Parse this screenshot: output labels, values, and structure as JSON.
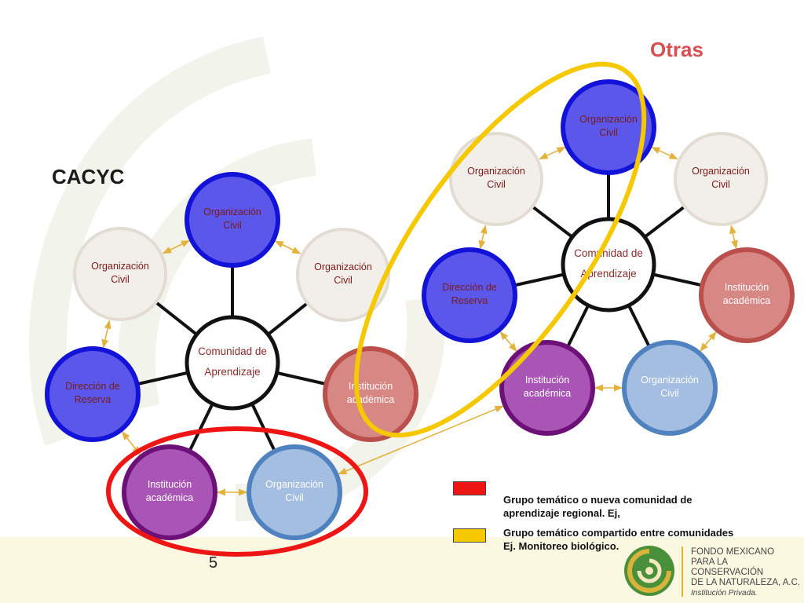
{
  "labels": {
    "cacyc": "CACYC",
    "otras": "Otras",
    "page_number": "5"
  },
  "colors": {
    "blue": "#5a57ea",
    "blue_border": "#1212d8",
    "purple": "#a955b5",
    "purple_border": "#6d1178",
    "light_blue": "#a3bee0",
    "light_blue_border": "#4f82be",
    "red": "#d78784",
    "red_border": "#bb4f4c",
    "neutral": "#f2eeea",
    "neutral_border": "#e2dcd3",
    "highlight_red": "#ee1515",
    "highlight_yellow": "#f5c800",
    "title_red": "#d65050"
  },
  "diagram": {
    "clusters": [
      {
        "id": "cacyc",
        "center": [
          "Comunidad de",
          "Aprendizaje"
        ],
        "nodes": [
          {
            "id": "c1",
            "style": "blue",
            "lines": [
              "Organización",
              "Civil"
            ]
          },
          {
            "id": "c2",
            "style": "neutral",
            "lines": [
              "Organización",
              "Civil"
            ]
          },
          {
            "id": "c3",
            "style": "neutral",
            "lines": [
              "Organización",
              "Civil"
            ]
          },
          {
            "id": "c4",
            "style": "blue",
            "lines": [
              "Dirección  de",
              "Reserva"
            ]
          },
          {
            "id": "c5",
            "style": "red",
            "lines": [
              "Institución",
              "académica"
            ]
          },
          {
            "id": "c6",
            "style": "purple",
            "lines": [
              "Institución",
              "académica"
            ]
          },
          {
            "id": "c7",
            "style": "light_blue",
            "lines": [
              "Organización",
              "Civil"
            ]
          }
        ]
      },
      {
        "id": "otras",
        "center": [
          "Comunidad de",
          "Aprendizaje"
        ],
        "nodes": [
          {
            "id": "o1",
            "style": "blue",
            "lines": [
              "Organización",
              "Civil"
            ]
          },
          {
            "id": "o2",
            "style": "neutral",
            "lines": [
              "Organización",
              "Civil"
            ]
          },
          {
            "id": "o3",
            "style": "neutral",
            "lines": [
              "Organización",
              "Civil"
            ]
          },
          {
            "id": "o4",
            "style": "blue",
            "lines": [
              "Dirección  de",
              "Reserva"
            ]
          },
          {
            "id": "o5",
            "style": "red",
            "lines": [
              "Institución",
              "académica"
            ]
          },
          {
            "id": "o6",
            "style": "purple",
            "lines": [
              "Institución",
              "académica"
            ]
          },
          {
            "id": "o7",
            "style": "light_blue",
            "lines": [
              "Organización",
              "Civil"
            ]
          }
        ]
      }
    ],
    "links": [
      [
        "c2",
        "c1"
      ],
      [
        "c1",
        "c3"
      ],
      [
        "c2",
        "c4"
      ],
      [
        "c4",
        "c6"
      ],
      [
        "c6",
        "c7"
      ],
      [
        "c7",
        "o6"
      ],
      [
        "o2",
        "o1"
      ],
      [
        "o1",
        "o3"
      ],
      [
        "o3",
        "o5"
      ],
      [
        "o5",
        "o7"
      ],
      [
        "o7",
        "o6"
      ],
      [
        "o6",
        "o4"
      ],
      [
        "o4",
        "o2"
      ]
    ]
  },
  "legend": [
    {
      "color": "#ee1515",
      "lines": [
        "Grupo temático o nueva comunidad de",
        "aprendizaje regional. Ej,"
      ]
    },
    {
      "color": "#f5c800",
      "lines": [
        "Grupo temático compartido entre comunidades",
        "Ej. Monitoreo biológico."
      ]
    }
  ],
  "logo": {
    "lines": [
      "FONDO MEXICANO",
      "PARA LA",
      "CONSERVACIÓN",
      "DE LA NATURALEZA, A.C."
    ],
    "tagline": "Institución Privada.",
    "icon": "fmcn-logo-icon"
  }
}
